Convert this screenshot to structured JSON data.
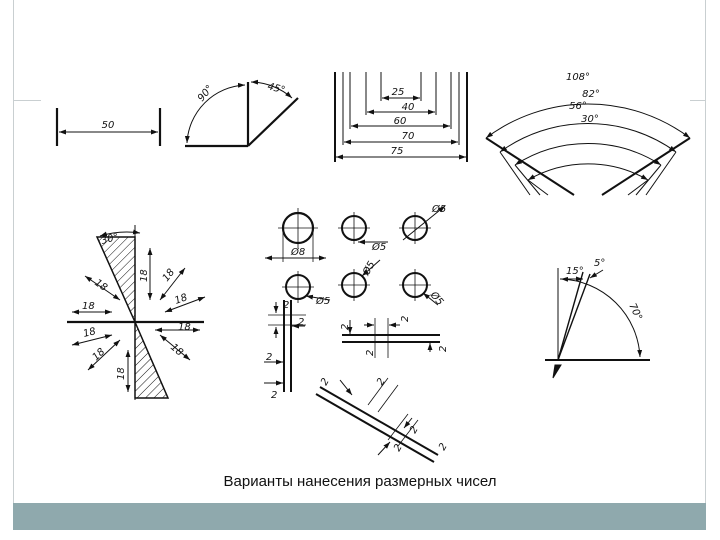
{
  "caption": "Варианты нанесения размерных чисел",
  "linear": {
    "value": "50"
  },
  "angles_top": {
    "a90": "90°",
    "a45": "45°"
  },
  "nested": {
    "d25": "25",
    "d40": "40",
    "d60": "60",
    "d70": "70",
    "d75": "75"
  },
  "arcs": {
    "a108": "108°",
    "a82": "82°",
    "a56": "56°",
    "a30": "30°"
  },
  "sector": {
    "a30": "30°",
    "labels": [
      "18",
      "18",
      "18",
      "18",
      "18",
      "18",
      "18",
      "18",
      "18"
    ]
  },
  "circles": {
    "d8": "Ø8",
    "d5": [
      "Ø5",
      "Ø5",
      "Ø5",
      "Ø5",
      "Ø5"
    ]
  },
  "small": {
    "labels": [
      "2",
      "2",
      "2",
      "2",
      "2",
      "2",
      "2",
      "2",
      "2",
      "2",
      "2",
      "2",
      "2"
    ]
  },
  "angles_right": {
    "a15": "15°",
    "a5": "5°",
    "a70": "70°"
  },
  "colors": {
    "line": "#111111",
    "frame": "#c9cfd1",
    "footer": "#8fa9ad"
  }
}
